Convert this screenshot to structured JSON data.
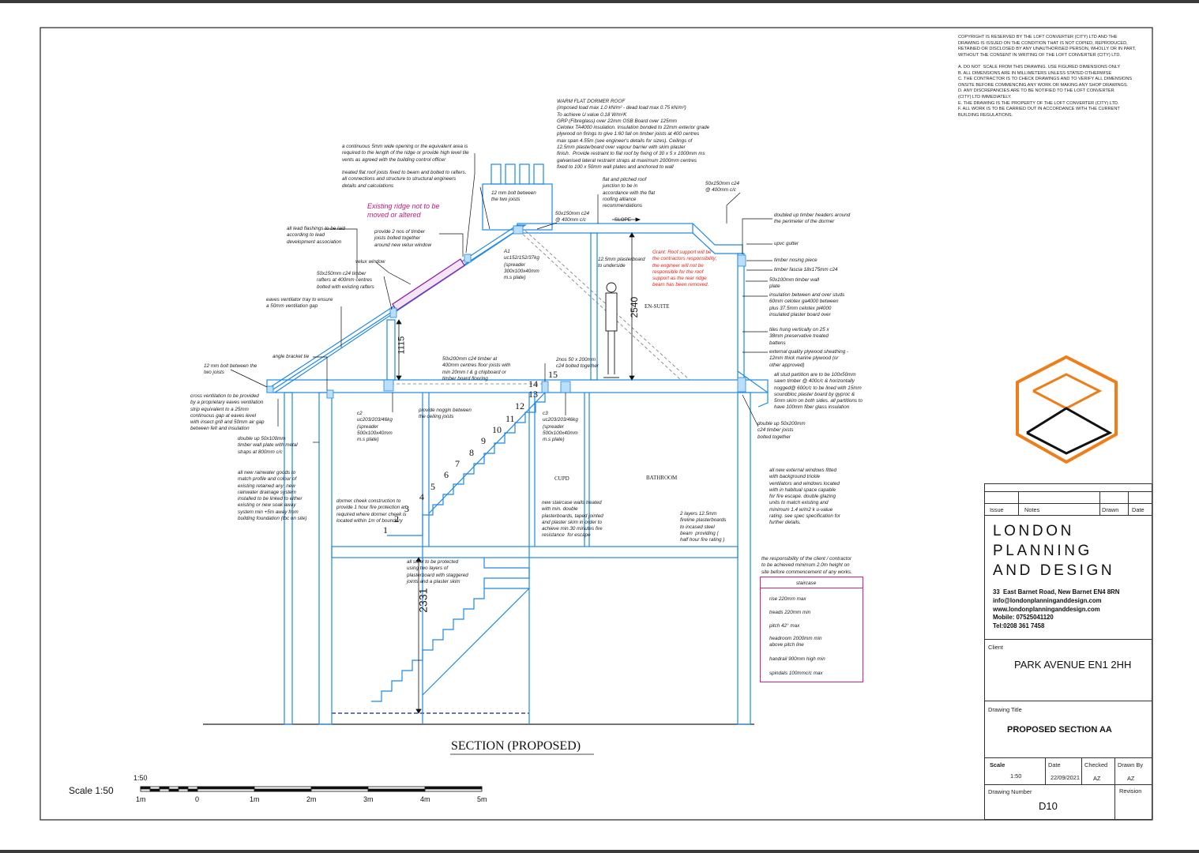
{
  "copyright": "COPYRIGHT IS RESERVED BY THE LOFT CONVERTER (CITY) LTD AND THE\nDRAWING IS ISSUED ON THE CONDITION THAT IS NOT COPIED, REPRODUCED,\nRETAINED OR DISCLOSED BY ANY UNAUTHORISED PERSON, WHOLLY OR IN PART,\nWITHOUT THE CONSENT IN WRITING OF THE LOFT CONVERTER (CITY) LTD.\n\nA. DO NOT  SCALE FROM THIS DRAWING. USE FIGURED DIMENSIONS ONLY\nB. ALL DIMENSIONS ARE IN MILLIMETERS UNLESS STATED OTHERWISE\nC. THE CONTRACTOR IS TO CHECK DRAWINGS AND TO VERIFY ALL DIMENSIONS\nONSITE BEFORE COMMENCING ANY WORK OR MAKING ANY SHOP DRAWINGS.\nD. ANY DISCREPANCIES ARE TO BE NOTIFIED TO THE LOFT CONVERTER\n(CITY) LTD IMMEDIATELY.\nE. THE DRAWING IS THE PROPERTY OF THE LOFT CONVERTER (CITY) LTD.\nF. ALL WORK IS TO BE CARRIED OUT IN ACCORDANCE WITH THE CURRENT\nBUILDING REGULATIONS.",
  "annotations": {
    "dormer_roof": "WARM FLAT DORMER ROOF\n(imposed load max 1.0 kN/m² - dead load max 0.75 kN/m²)\nTo achieve U value 0.18 W/m²K\nGRP (Fibreglass) over 22mm OSB Board over 125mm\nCelotex TA4000 insulation. Insulation bonded to 22mm exterior grade\nplywood on firings to give 1:60 fall on timber joists at 400 centres\nmax span 4.55m (see engineer's details for sizes). Ceilings of\n12.5mm plasterboard over vapour barrier with skim plaster\nfinish.  Provide restraint to flat roof by fixing of 30 x 5 x 1000mm ms\ngalvanised lateral restraint straps at maximum 2000mm centres\nfixed to 100 x 50mm wall plates and anchored to wall",
    "vent_opening": "a continuous 5mm wide opening or the equivalent area is\nrequired to the length of the ridge or provide high level tile\nvents as agreed with the building control officer",
    "flat_joists": "treated flat roof joists fixed to beam and bolted to rafters.\nall connections and structure to structural engineers\ndetails and calculations",
    "bolt_top": "12 mm bolt between\nthe two joists",
    "junction": "flat and pitched roof\njunction to be in\naccordance with the flat\nroofing alliance\nrecommendations",
    "c24_right": "50x150mm c24\n@ 400mm c/c",
    "existing_ridge": "Existing ridge not to be\nmoved or altered",
    "c24_mid": "50x150mm c24\n@ 400mm c/c",
    "slope": "SLOPE",
    "lead_flash": "all lead flashings to be laid\naccording to lead\ndevelopment association",
    "two_nos": "provide 2 nos of timber\njoists bolted together\naround new velux window",
    "velux": "velux window",
    "a1": "A1\nuc152/152/37kg\n(spreader\n300x100x40mm\nm.s plate)",
    "plasterboard": "12.5mm plasterboard\nto underside",
    "grant": "Grant: Roof support will be\nthe contractors responsibility;\nthe engineer will not be\nresponsible for the roof\nsupport as the rear ridge\nbeam has been removed.",
    "rafters": "50x150mm c24 timber\nrafters at 400mm centres\nbolted with existing rafters",
    "eaves_vent": "eaves ventilator tray to ensure\na 50mm ventilation gap",
    "en_suite": "EN-SUITE",
    "dbl_headers": "doubled up timber headers around\nthe perimeter of the dormer",
    "upvc": "upvc gutter",
    "nosing": "timber nosing piece",
    "fascia": "timber fascia 18x175mm c24",
    "wall_plate": "50x100mm timber wall\nplate",
    "insulation": "insulation between and over studs\n60mm celotex ga4000 between\nplus 37.5mm celotex pl4000\ninsulated plaster board over",
    "tiles": "tiles hung vertically on 25 x\n38mm preservative treated\nbattens",
    "plywood": "external quality plywood sheathing -\n12mm thick marine plywood (or\nother approved)",
    "stud_partition": "all stud partition are to be 100x50mm\nsawn timber @ 400c/c & horizontally\nnogged@ 600c/c to be lined with 15mm\nsoundbloc plaster board by gyproc &\n5mm skim on both sides. all partitions to\nhave 100mm fiber glass insulation",
    "angle_bracket": "angle bracket tie",
    "bolt_left": "12 mm bolt between the\ntwo joists",
    "floor_joists": "50x200mm c24 timber at\n400mm centres floor joists with\nmin 20mm t & g chipboard or\ntimber board flooring",
    "two_nos_50": "2nos 50 x 200mm\nc24 bolted together",
    "cross_vent": "cross ventilation to be provided\nby a proprietary eaves ventilation\nstrip equivalent to a 25mm\ncontinuous gap at eaves level\nwith insect grill and 50mm air gap\nbetween felt and insulation",
    "c2": "c2\nuc203/203/46kg\n(spreader\n500x100x40mm\nm.s plate)",
    "noggin": "provide noggin between\nthe ceiling joists",
    "c3": "c3\nuc203/203/46kg\n(spreader\n500x100x40mm\nm.s plate)",
    "double_up": "double up 50x100mm\ntimber wall plate with metal\nstraps at 800mm c/c",
    "double_up_right": "double up 50x200mm\nc24 timber joists\nbolted together",
    "rainwater": "all new rainwater goods to\nmatch profile and colour of\nexisting retained any  new\nrainwater drainage system\ninstalled to be linked to either\nexisting or new soak away\nsystem min +5m away from\nbuilding foundation (tbc on site)",
    "cupd": "CUPD",
    "bathroom": "BATHROOM",
    "windows": "all new external windows fitted\nwith background trickle\nventilators and windows located\nwith in habitual space capable\nfor fire escape. double glazing\nunits to match existing and\nminimum 1.4 w/m2 k u-value\nrating. see spec specification for\nfurther details.",
    "dormer_cheek": "dormer cheek construction to\nprovide 1 hour fire protection as\nrequired where dormer cheek is\nlocated within 1m of boundary",
    "new_stair": "new staircase walls treated\nwith min. double\nplasterboards, taped jointed\nand plaster skim in order to\nachieve min.30 minutes fire\nresistance  for escape",
    "fireline": "2 layers 12.5mm\nfireline plasterboards\nto incased steel\nbeam  providing (\nhalf hour fire rating )",
    "steel_protect": "all steel to be protected\nusing two layers of\nplasterboard with staggered\njoints and a plaster skim",
    "headroom_note": "the responsibility of the client / contractor\nto be achieved minimum 2.0m height on\nsite before commencement of any works.",
    "dim_2540": "2540",
    "dim_1115": "1115",
    "dim_2331": "2331"
  },
  "stair_numbers": [
    "1",
    "2",
    "3",
    "4",
    "5",
    "6",
    "7",
    "8",
    "9",
    "10",
    "11",
    "12",
    "13",
    "14",
    "15"
  ],
  "staircase_box": {
    "title": "staircase",
    "items": [
      "rise 220mm max",
      "treads 220mm min",
      "pitch 42° max",
      "headroom 2000mm min\nabove pitch line",
      "handrail 900mm high min",
      "spindals 100mmc/c max"
    ]
  },
  "section_title": "SECTION (PROPOSED)",
  "scale_bar": {
    "ratio": "1:50",
    "label": "Scale 1:50",
    "ticks": [
      "1m",
      "0",
      "1m",
      "2m",
      "3m",
      "4m",
      "5m"
    ]
  },
  "title_block": {
    "issue": "Issue",
    "notes": "Notes",
    "drawn": "Drawn",
    "date": "Date",
    "company": "LONDON\nPLANNING\nAND DESIGN",
    "contact": "33  East Barnet Road, New Barnet EN4 8RN\ninfo@londonplanninganddesign.com\nwww.londonplanninganddesign.com\nMobile: 07525041120\nTel:0208 361 7458",
    "client_label": "Client",
    "client": "PARK AVENUE EN1 2HH",
    "title_label": "Drawing Title",
    "title": "PROPOSED SECTION AA",
    "scale_label": "Scale",
    "scale": "1:50",
    "date_label": "Date",
    "date_value": "22/09/2021",
    "checked_label": "Checked",
    "checked": "AZ",
    "drawnby_label": "Drawn By",
    "drawnby": "AZ",
    "number_label": "Drawing Number",
    "number": "D10",
    "revision_label": "Revision"
  },
  "colors": {
    "structure": "#1e88e5",
    "logo_orange": "#ee7d1a",
    "magenta": "#d11f8c",
    "red_note": "#e0241b",
    "velux": "#8e24aa"
  }
}
